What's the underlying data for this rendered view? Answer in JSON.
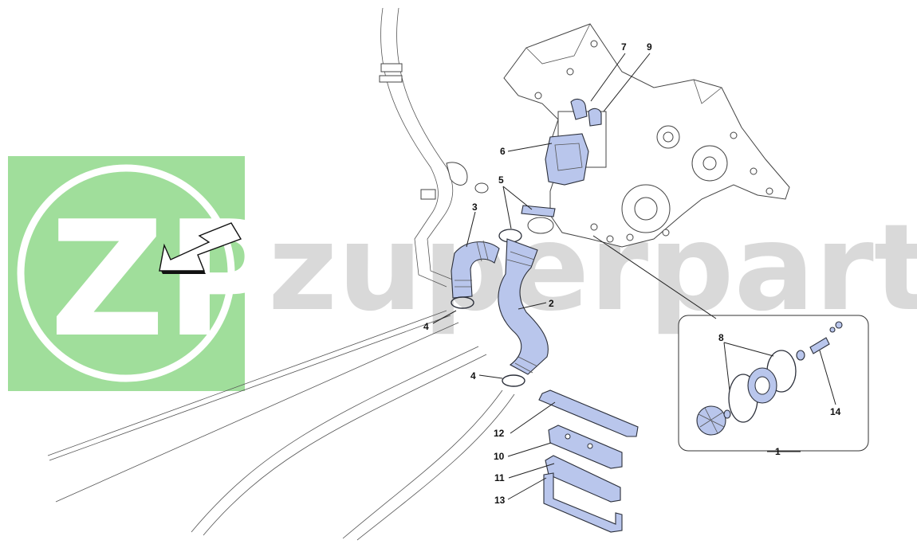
{
  "watermark": {
    "logo_letters": "ZP",
    "brand_text": "zuperparts",
    "logo_color": "#8fd88a",
    "text_color": "#9e9e9e"
  },
  "colors": {
    "highlight_part": "#b9c6ec",
    "line": "#222222",
    "background": "#ffffff"
  },
  "callouts": {
    "c1": "1",
    "c2": "2",
    "c3": "3",
    "c4a": "4",
    "c4b": "4",
    "c5": "5",
    "c6": "6",
    "c7": "7",
    "c8": "8",
    "c9": "9",
    "c10": "10",
    "c11": "11",
    "c12": "12",
    "c13": "13",
    "c14": "14"
  },
  "icons": {
    "orientation_arrow": "arrow-down-left-icon"
  }
}
